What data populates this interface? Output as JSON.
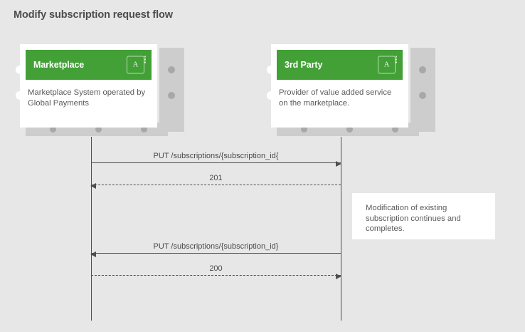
{
  "page": {
    "title": "Modify subscription request flow",
    "background_color": "#e7e7e7",
    "accent_color": "#43a037",
    "line_color": "#4f4f4f"
  },
  "participants": [
    {
      "id": "marketplace",
      "name": "Marketplace",
      "description": "Marketplace System operated by Global Payments",
      "badge": "A"
    },
    {
      "id": "third-party",
      "name": "3rd Party",
      "description": "Provider of value added service on the marketplace.",
      "badge": "A"
    }
  ],
  "messages": [
    {
      "id": "m1",
      "label": "PUT /subscriptions/{subscription_id{",
      "direction": "right",
      "style": "solid"
    },
    {
      "id": "m2",
      "label": "201",
      "direction": "left",
      "style": "dashed"
    },
    {
      "id": "m3",
      "label": "PUT /subscriptions/{subscription_id}",
      "direction": "left",
      "style": "solid"
    },
    {
      "id": "m4",
      "label": "200",
      "direction": "right",
      "style": "dashed"
    }
  ],
  "note": {
    "text": "Modification of existing subscription continues and completes."
  }
}
